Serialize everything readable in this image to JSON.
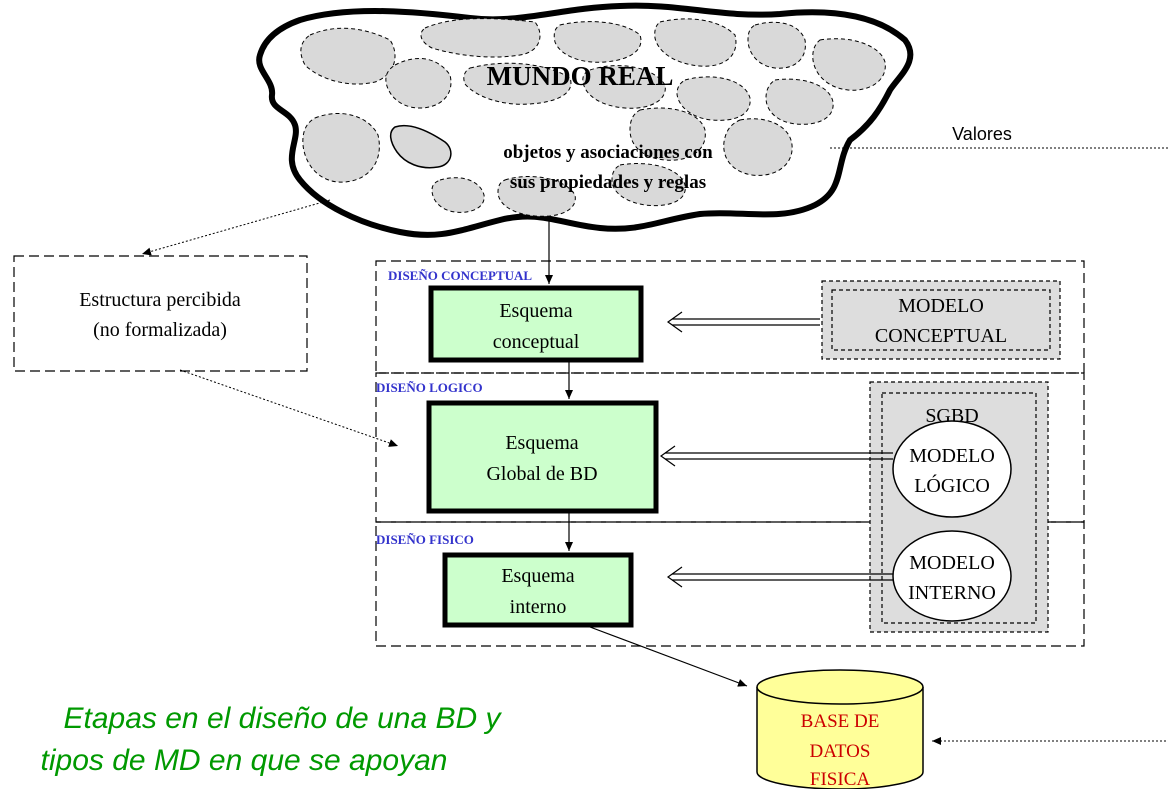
{
  "world": {
    "title": "MUNDO REAL",
    "line1": "objetos y asociaciones con",
    "line2": "sus propiedades y reglas"
  },
  "values_label": "Valores",
  "perceived": {
    "line1": "Estructura percibida",
    "line2": "(no formalizada)"
  },
  "stages": {
    "conceptual": "DISEÑO  CONCEPTUAL",
    "logical": "DISEÑO LOGICO",
    "physical": "DISEÑO FISICO"
  },
  "schemas": {
    "conceptual": {
      "line1": "Esquema",
      "line2": "conceptual"
    },
    "global": {
      "line1": "Esquema",
      "line2": "Global de BD"
    },
    "internal": {
      "line1": "Esquema",
      "line2": "interno"
    }
  },
  "models": {
    "conceptual": {
      "line1": "MODELO",
      "line2": "CONCEPTUAL"
    },
    "dbms": "SGBD",
    "logical": {
      "line1": "MODELO",
      "line2": "LÓGICO"
    },
    "internal": {
      "line1": "MODELO",
      "line2": "INTERNO"
    }
  },
  "database": {
    "line1": "BASE DE",
    "line2": "DATOS",
    "line3": "FISICA"
  },
  "caption": {
    "line1": "Etapas en el diseño de una BD y",
    "line2": "tipos de MD en que se apoyan"
  },
  "colors": {
    "schema_fill": "#ccffcc",
    "model_fill": "#dddddd",
    "db_fill": "#ffff99",
    "db_text": "#cc0000",
    "stage_label": "#3333cc",
    "caption": "#009900"
  }
}
